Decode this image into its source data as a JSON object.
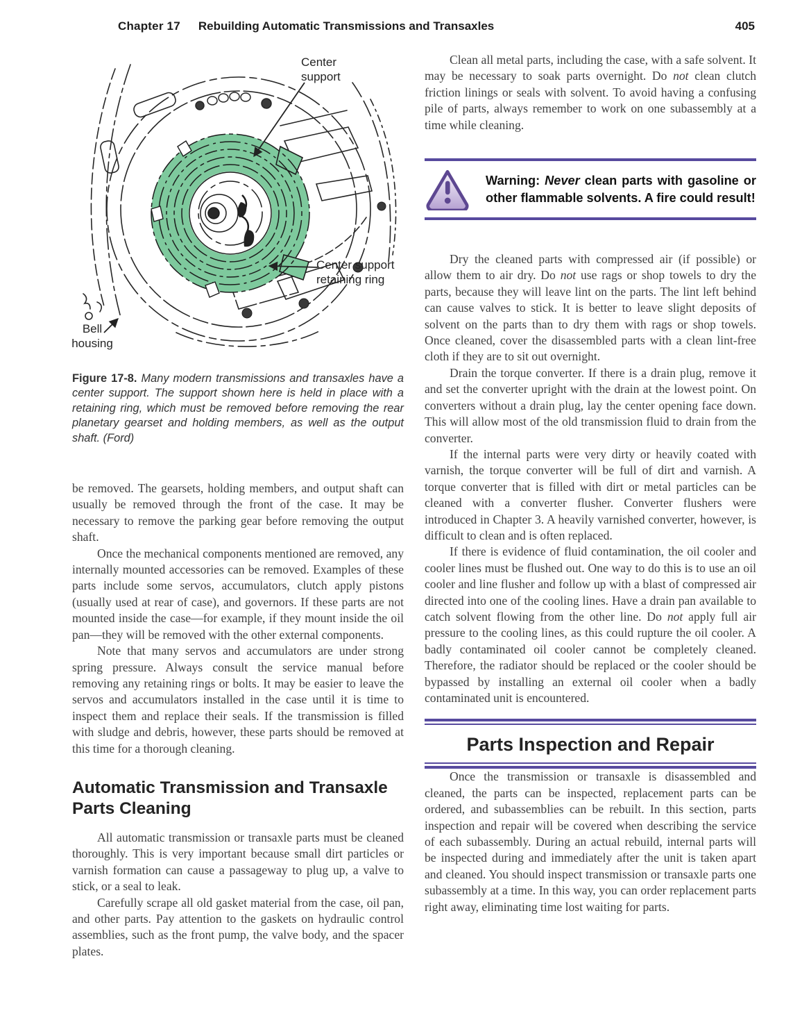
{
  "header": {
    "chapter_label": "Chapter 17",
    "chapter_title": "Rebuilding Automatic Transmissions and Transaxles",
    "page_number": "405"
  },
  "figure": {
    "highlight_color": "#7ec99d",
    "labels": {
      "center_support": "Center support",
      "retaining_ring": "Center support retaining ring",
      "bell_housing": "Bell housing"
    },
    "caption_lead": "Figure 17-8.",
    "caption_text": " Many modern transmissions and transaxles have a center support. The support shown here is held in place with a retaining ring, which must be removed before removing the rear planetary gearset and holding members, as well as the output shaft. (Ford)"
  },
  "left_column": {
    "p1": "be removed. The gearsets, holding members, and output shaft can usually be removed through the front of the case. It may be necessary to remove the parking gear before removing the output shaft.",
    "p2": "Once the mechanical components mentioned are removed, any internally mounted accessories can be removed. Examples of these parts include some servos, accumulators, clutch apply pistons (usually used at rear of case), and governors. If these parts are not mounted inside the case—for example, if they mount inside the oil pan—they will be removed with the other external components.",
    "p3": "Note that many servos and accumulators are under strong spring pressure. Always consult the service manual before removing any retaining rings or bolts. It may be easier to leave the servos and accumulators installed in the case until it is time to inspect them and replace their seals. If the transmission is filled with sludge and debris, however, these parts should be removed at this time for a thorough cleaning.",
    "section_heading": "Automatic Transmission and Transaxle Parts Cleaning",
    "p4": "All automatic transmission or transaxle parts must be cleaned thoroughly. This is very important because small dirt particles or varnish formation can cause a passageway to plug up, a valve to stick, or a seal to leak.",
    "p5": "Carefully scrape all old gasket material from the case, oil pan, and other parts. Pay attention to the gaskets on hydraulic control assemblies, such as the front pump, the valve body, and the spacer plates."
  },
  "right_column": {
    "p1": [
      {
        "t": "Clean all metal parts, including the case, with a safe solvent. It may be necessary to soak parts overnight. Do "
      },
      {
        "t": "not",
        "i": true
      },
      {
        "t": " clean clutch friction linings or seals with solvent. To avoid having a confusing pile of parts, always remember to work on one subassembly at a time while cleaning."
      }
    ],
    "warning": {
      "segments": [
        {
          "t": "Warning: "
        },
        {
          "t": "Never",
          "i": true
        },
        {
          "t": " clean parts with gasoline or other flammable solvents. A fire could result!"
        }
      ]
    },
    "p2": [
      {
        "t": "Dry the cleaned parts with compressed air (if possible) or allow them to air dry. Do "
      },
      {
        "t": "not",
        "i": true
      },
      {
        "t": " use rags or shop towels to dry the parts, because they will leave lint on the parts. The lint left behind can cause valves to stick. It is better to leave slight deposits of solvent on the parts than to dry them with rags or shop towels. Once cleaned, cover the disassembled parts with a clean lint-free cloth if they are to sit out overnight."
      }
    ],
    "p3": "Drain the torque converter. If there is a drain plug, remove it and set the converter upright with the drain at the lowest point. On converters without a drain plug, lay the center opening face down. This will allow most of the old transmission fluid to drain from the converter.",
    "p4": "If the internal parts were very dirty or heavily coated with varnish, the torque converter will be full of dirt and varnish. A torque converter that is filled with dirt or metal particles can be cleaned with a converter flusher. Converter flushers were introduced in Chapter 3. A heavily varnished converter, however, is difficult to clean and is often replaced.",
    "p5": [
      {
        "t": "If there is evidence of fluid contamination, the oil cooler and cooler lines must be flushed out. One way to do this is to use an oil cooler and line flusher and follow up with a blast of compressed air directed into one of the cooling lines. Have a drain pan available to catch solvent flowing from the other line. Do "
      },
      {
        "t": "not",
        "i": true
      },
      {
        "t": " apply full air pressure to the cooling lines, as this could rupture the oil cooler. A badly contaminated oil cooler cannot be completely cleaned. Therefore, the radiator should be replaced or the cooler should be bypassed by installing an external oil cooler when a badly contaminated unit is encountered."
      }
    ],
    "section_heading": "Parts Inspection and Repair",
    "p6": "Once the transmission or transaxle is disassembled and cleaned, the parts can be inspected, replacement parts can be ordered, and subassemblies can be rebuilt. In this section, parts inspection and repair will be covered when describing the service of each subassembly. During an actual rebuild, internal parts will be inspected during and immediately after the unit is taken apart and cleaned. You should inspect transmission or transaxle parts one subassembly at a time. In this way, you can order replacement parts right away, eliminating time lost waiting for parts."
  },
  "colors": {
    "accent_purple": "#574a9e",
    "warning_icon_purple": "#5d4791",
    "figure_green": "#7ec99d"
  }
}
